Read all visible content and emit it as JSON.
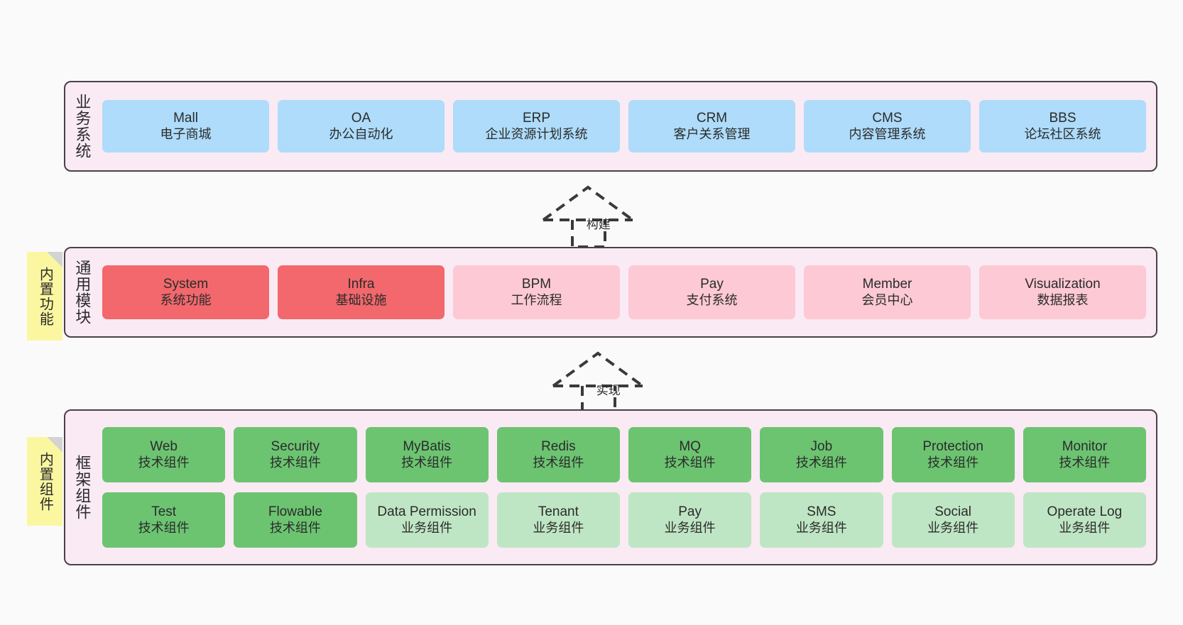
{
  "diagram": {
    "background_color": "#fafafa",
    "panel_color": "#FAEAF4",
    "panel_border_color": "#4a4147"
  },
  "layers": [
    {
      "id": "business-system",
      "title": "业务系统",
      "rows": [
        [
          {
            "en": "Mall",
            "cn": "电子商城",
            "color": "#AEDCFA",
            "style": "c-blue"
          },
          {
            "en": "OA",
            "cn": "办公自动化",
            "color": "#AEDCFA",
            "style": "c-blue"
          },
          {
            "en": "ERP",
            "cn": "企业资源计划系统",
            "color": "#AEDCFA",
            "style": "c-blue"
          },
          {
            "en": "CRM",
            "cn": "客户关系管理",
            "color": "#AEDCFA",
            "style": "c-blue"
          },
          {
            "en": "CMS",
            "cn": "内容管理系统",
            "color": "#AEDCFA",
            "style": "c-blue"
          },
          {
            "en": "BBS",
            "cn": "论坛社区系统",
            "color": "#AEDCFA",
            "style": "c-blue"
          }
        ]
      ]
    },
    {
      "id": "common-module",
      "title": "通用模块",
      "tag": "内置功能",
      "rows": [
        [
          {
            "en": "System",
            "cn": "系统功能",
            "color": "#F2686C",
            "style": "c-red"
          },
          {
            "en": "Infra",
            "cn": "基础设施",
            "color": "#F2686C",
            "style": "c-red"
          },
          {
            "en": "BPM",
            "cn": "工作流程",
            "color": "#FCC9D4",
            "style": "c-pink"
          },
          {
            "en": "Pay",
            "cn": "支付系统",
            "color": "#FCC9D4",
            "style": "c-pink"
          },
          {
            "en": "Member",
            "cn": "会员中心",
            "color": "#FCC9D4",
            "style": "c-pink"
          },
          {
            "en": "Visualization",
            "cn": "数据报表",
            "color": "#FCC9D4",
            "style": "c-pink"
          }
        ]
      ]
    },
    {
      "id": "framework-component",
      "title": "框架组件",
      "tag": "内置组件",
      "rows": [
        [
          {
            "en": "Web",
            "cn": "技术组件",
            "color": "#6CC471",
            "style": "c-green"
          },
          {
            "en": "Security",
            "cn": "技术组件",
            "color": "#6CC471",
            "style": "c-green"
          },
          {
            "en": "MyBatis",
            "cn": "技术组件",
            "color": "#6CC471",
            "style": "c-green"
          },
          {
            "en": "Redis",
            "cn": "技术组件",
            "color": "#6CC471",
            "style": "c-green"
          },
          {
            "en": "MQ",
            "cn": "技术组件",
            "color": "#6CC471",
            "style": "c-green"
          },
          {
            "en": "Job",
            "cn": "技术组件",
            "color": "#6CC471",
            "style": "c-green"
          },
          {
            "en": "Protection",
            "cn": "技术组件",
            "color": "#6CC471",
            "style": "c-green"
          },
          {
            "en": "Monitor",
            "cn": "技术组件",
            "color": "#6CC471",
            "style": "c-green"
          }
        ],
        [
          {
            "en": "Test",
            "cn": "技术组件",
            "color": "#6CC471",
            "style": "c-green"
          },
          {
            "en": "Flowable",
            "cn": "技术组件",
            "color": "#6CC471",
            "style": "c-green"
          },
          {
            "en": "Data Permission",
            "cn": "业务组件",
            "color": "#BFE6C4",
            "style": "c-lightgreen"
          },
          {
            "en": "Tenant",
            "cn": "业务组件",
            "color": "#BFE6C4",
            "style": "c-lightgreen"
          },
          {
            "en": "Pay",
            "cn": "业务组件",
            "color": "#BFE6C4",
            "style": "c-lightgreen"
          },
          {
            "en": "SMS",
            "cn": "业务组件",
            "color": "#BFE6C4",
            "style": "c-lightgreen"
          },
          {
            "en": "Social",
            "cn": "业务组件",
            "color": "#BFE6C4",
            "style": "c-lightgreen"
          },
          {
            "en": "Operate Log",
            "cn": "业务组件",
            "color": "#BFE6C4",
            "style": "c-lightgreen"
          }
        ]
      ]
    }
  ],
  "arrows": [
    {
      "id": "build",
      "label": "构建"
    },
    {
      "id": "implement",
      "label": "实现"
    }
  ]
}
